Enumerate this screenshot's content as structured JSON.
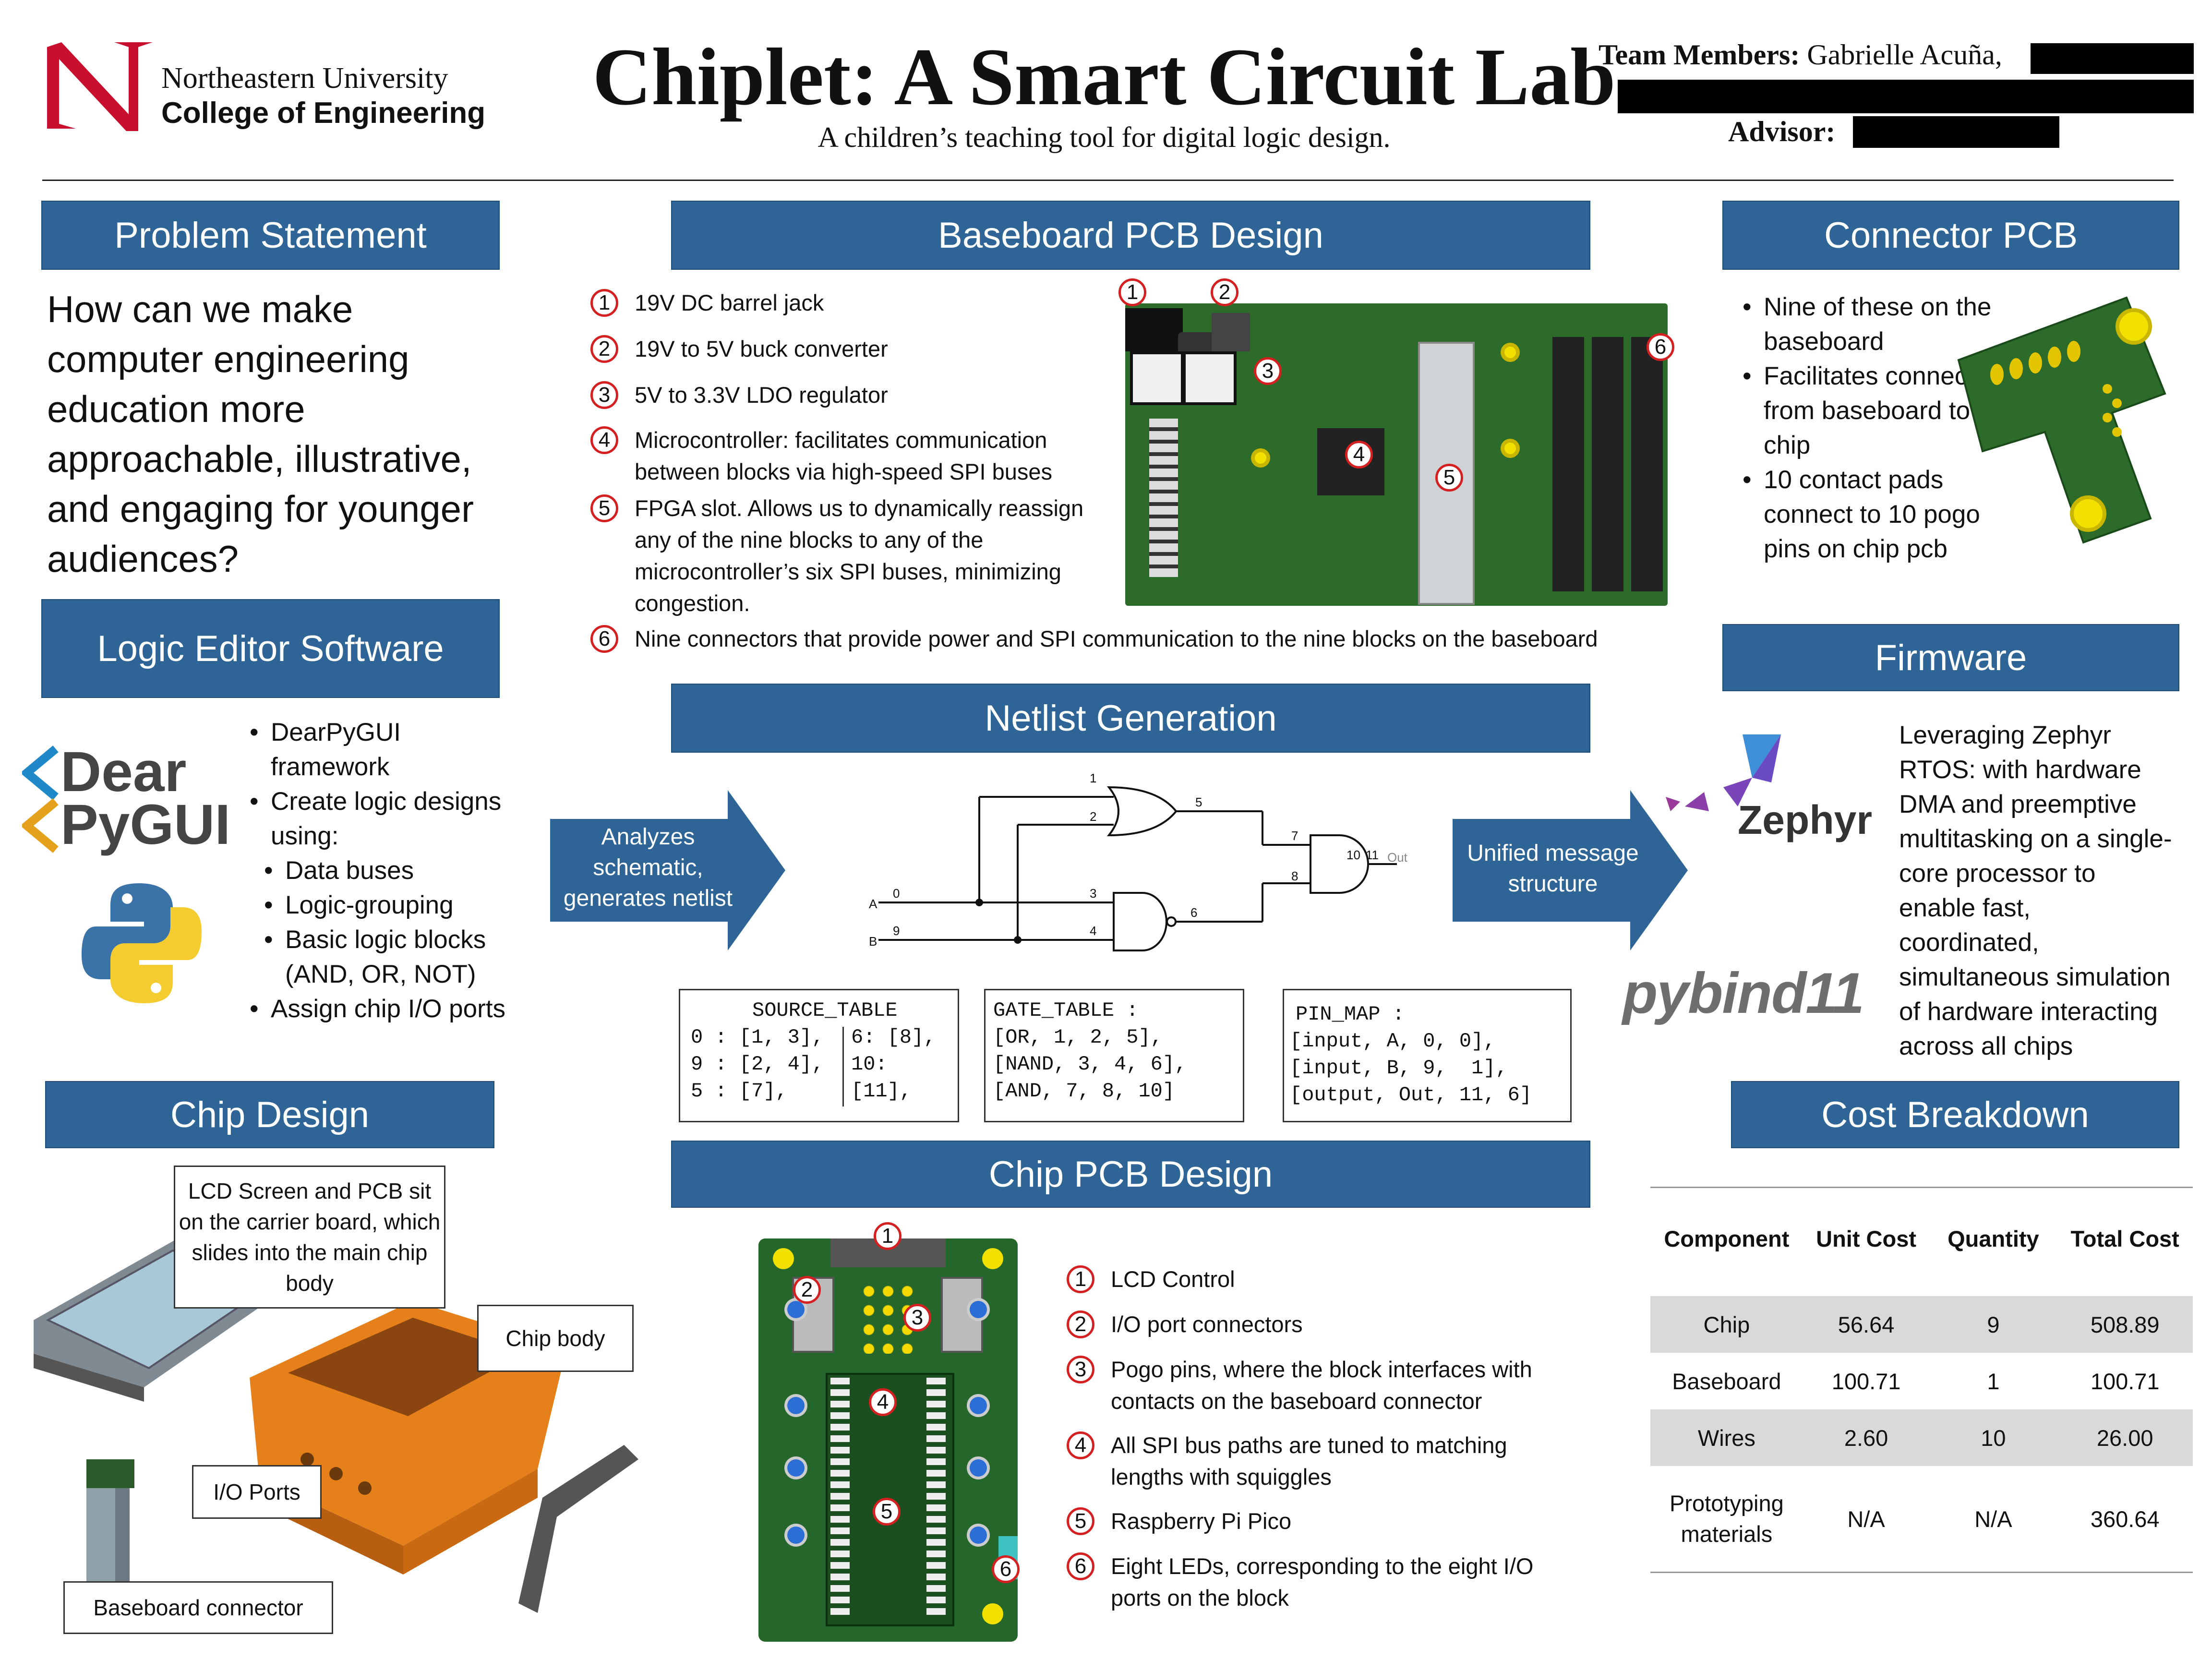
{
  "header": {
    "university": "Northeastern University",
    "college": "College of Engineering",
    "title": "Chiplet: A Smart Circuit Lab",
    "subtitle": "A children’s teaching tool for digital logic design.",
    "team_label": "Team Members:",
    "team_names": "Gabrielle Acuña,",
    "advisor_label": "Advisor:"
  },
  "problem": {
    "heading": "Problem Statement",
    "text": "How can we make computer engineering education more approachable, illustrative, and engaging for younger audiences?"
  },
  "logic_editor": {
    "heading": "Logic Editor Software",
    "logo_line1": "Dear",
    "logo_line2": "PyGUI",
    "b1": "DearPyGUI framework",
    "b2": "Create logic designs using:",
    "s1": "Data buses",
    "s2": "Logic-grouping",
    "s3": "Basic logic blocks (AND, OR, NOT)",
    "b3": "Assign chip I/O ports"
  },
  "chip_design": {
    "heading": "Chip Design",
    "callout_lcd": "LCD Screen and PCB sit on the carrier board, which slides into the main chip body",
    "callout_body": "Chip body",
    "callout_io": "I/O Ports",
    "callout_base": "Baseboard connector"
  },
  "baseboard": {
    "heading": "Baseboard PCB Design",
    "items": [
      {
        "n": "1",
        "text": "19V DC barrel jack"
      },
      {
        "n": "2",
        "text": "19V to 5V buck converter"
      },
      {
        "n": "3",
        "text": "5V to 3.3V LDO regulator"
      },
      {
        "n": "4",
        "text": "Microcontroller: facilitates communication between blocks via high-speed SPI buses"
      },
      {
        "n": "5",
        "text": "FPGA slot. Allows us to dynamically reassign any of the nine blocks to any of the microcontroller’s six SPI buses, minimizing congestion."
      },
      {
        "n": "6",
        "text": "Nine connectors that provide power and SPI communication to the nine blocks on the baseboard"
      }
    ]
  },
  "netlist": {
    "heading": "Netlist Generation",
    "arrow_left": "Analyzes schematic, generates netlist",
    "arrow_right": "Unified message structure",
    "labels": {
      "a": "A",
      "b": "B",
      "out": "Out",
      "n0": "0",
      "n9": "9",
      "n1": "1",
      "n2": "2",
      "n5": "5",
      "n3": "3",
      "n4": "4",
      "n6": "6",
      "n7": "7",
      "n8": "8",
      "n10": "10",
      "n11": "11"
    },
    "source_title": "SOURCE_TABLE",
    "source_left": [
      "0 : [1, 3],",
      "9 : [2, 4],",
      "5 : [7],"
    ],
    "source_right": [
      "6: [8],",
      "10:",
      "[11],"
    ],
    "gate_title": "GATE_TABLE :",
    "gate_rows": [
      "[OR, 1, 2, 5],",
      "[NAND, 3, 4, 6],",
      "[AND, 7, 8, 10]"
    ],
    "pin_title": "PIN_MAP :",
    "pin_rows": [
      "[input, A, 0, 0],",
      "[input, B, 9,  1],",
      "[output, Out, 11, 6]"
    ]
  },
  "chip_pcb": {
    "heading": "Chip PCB Design",
    "items": [
      {
        "n": "1",
        "text": "LCD Control"
      },
      {
        "n": "2",
        "text": "I/O port connectors"
      },
      {
        "n": "3",
        "text": "Pogo pins, where the block interfaces with contacts on the baseboard connector"
      },
      {
        "n": "4",
        "text": "All SPI bus paths are tuned to matching lengths with squiggles"
      },
      {
        "n": "5",
        "text": "Raspberry Pi Pico"
      },
      {
        "n": "6",
        "text": "Eight LEDs, corresponding to the eight I/O ports on the block"
      }
    ]
  },
  "connector": {
    "heading": "Connector PCB",
    "b1": "Nine of these on the baseboard",
    "b2": "Facilitates connection from baseboard to chip",
    "b3": "10 contact pads connect to 10 pogo pins on chip pcb"
  },
  "firmware": {
    "heading": "Firmware",
    "zephyr": "Zephyr",
    "pybind": "pybind11",
    "text": "Leveraging Zephyr RTOS: with hardware DMA and preemptive multitasking on a single-core processor to enable fast, coordinated, simultaneous simulation of hardware interacting across all chips"
  },
  "cost": {
    "heading": "Cost Breakdown",
    "columns": [
      "Component",
      "Unit Cost",
      "Quantity",
      "Total Cost"
    ],
    "rows": [
      [
        "Chip",
        "56.64",
        "9",
        "508.89"
      ],
      [
        "Baseboard",
        "100.71",
        "1",
        "100.71"
      ],
      [
        "Wires",
        "2.60",
        "10",
        "26.00"
      ],
      [
        "Prototyping materials",
        "N/A",
        "N/A",
        "360.64"
      ]
    ]
  },
  "colors": {
    "header_blue": "#2e6596",
    "northeastern_red": "#c8102e",
    "pcb_green": "#1f5a1f"
  }
}
